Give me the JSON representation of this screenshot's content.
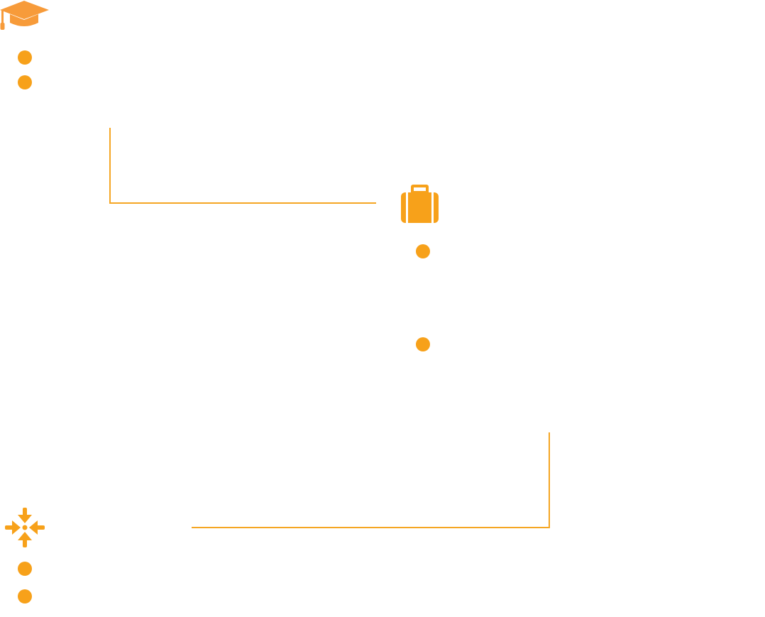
{
  "colors": {
    "accent": "#F7A11A",
    "cap": "#F79B3A",
    "line": "#F5A623",
    "background": "#FFFFFF"
  },
  "sections": [
    {
      "icon": "graduation-cap-icon",
      "bullets": 2
    },
    {
      "icon": "briefcase-icon",
      "bullets": 2
    },
    {
      "icon": "collaboration-arrows-icon",
      "bullets": 2
    }
  ]
}
